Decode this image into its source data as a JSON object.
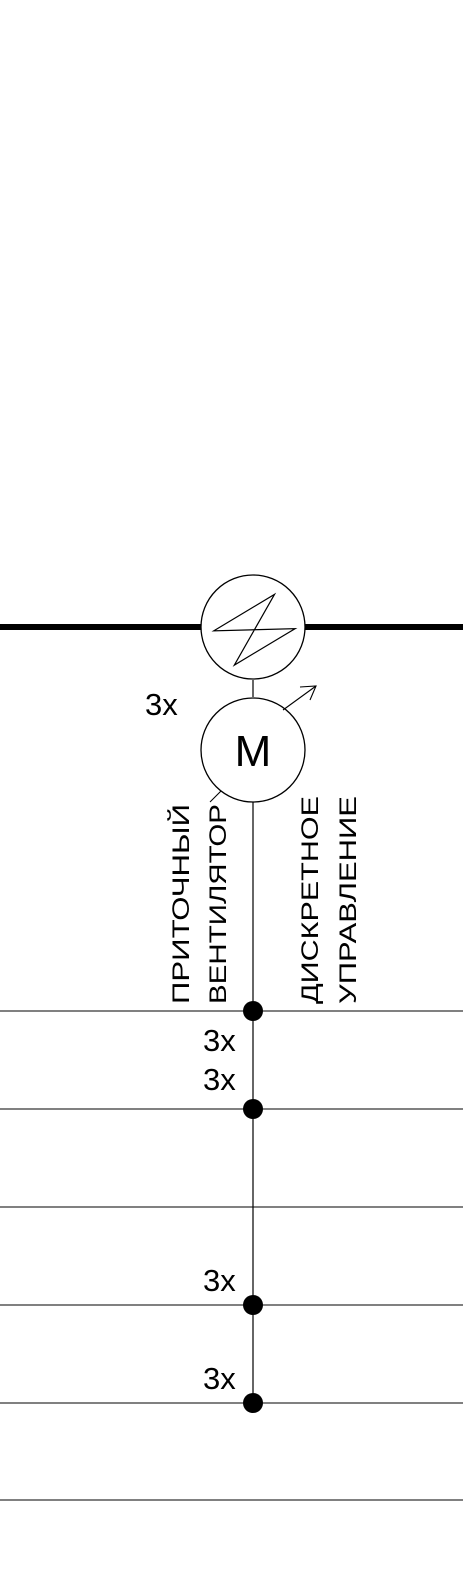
{
  "colors": {
    "line": "#000000",
    "background": "#ffffff"
  },
  "fan": {
    "icon": "supply-fan-icon",
    "multiplier": "3x"
  },
  "motor": {
    "icon": "motor-icon",
    "letter": "M"
  },
  "labels": {
    "fan_line1": "ПРИТОЧНЫЙ",
    "fan_line2": "ВЕНТИЛЯТОР",
    "control_line1": "ДИСКРЕТНОЕ",
    "control_line2": "УПРАВЛЕНИЕ"
  },
  "bus_connections": [
    {
      "multiplier": "3x"
    },
    {
      "multiplier": "3x"
    },
    {
      "multiplier": "3x"
    },
    {
      "multiplier": "3x"
    }
  ]
}
